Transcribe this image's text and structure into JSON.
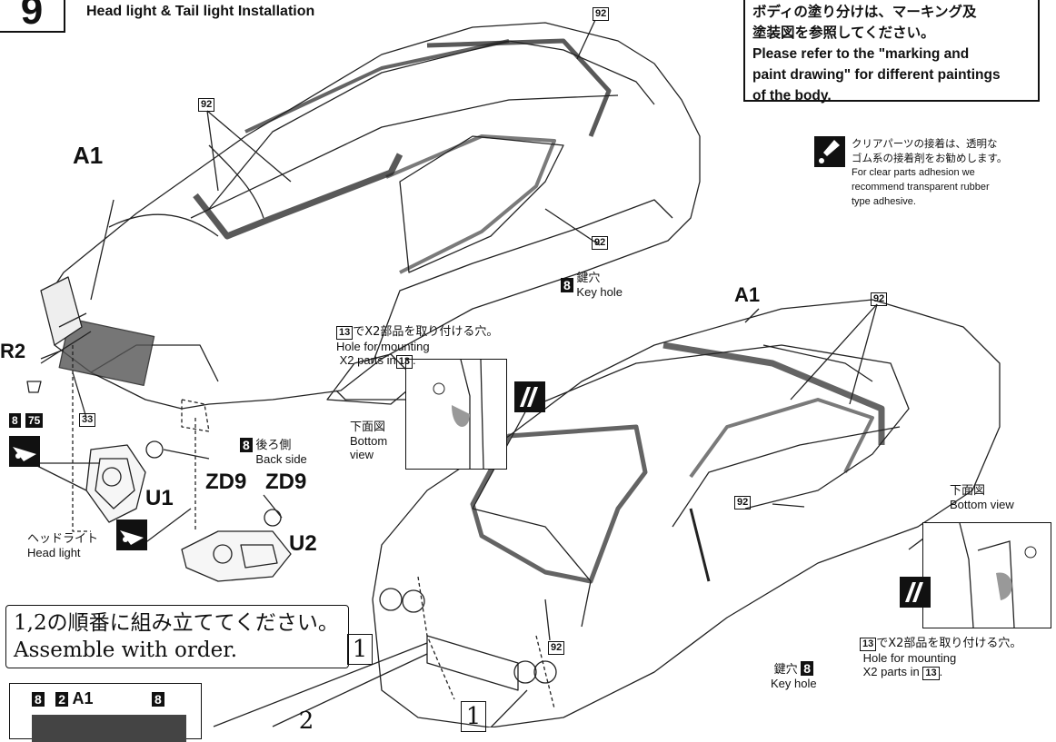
{
  "step": {
    "number": "9",
    "title": "Head light & Tail light Installation"
  },
  "note": {
    "ja_line1": "ボディの塗り分けは、マーキング及",
    "ja_line2": "塗装図を参照してください。",
    "en_line1": "Please refer to the \"marking and",
    "en_line2": "paint drawing\" for different paintings",
    "en_line3": "of the body."
  },
  "glue": {
    "ja_line1": "クリアパーツの接着は、透明な",
    "ja_line2": "ゴム系の接着剤をお勧めします。",
    "en_line1": "For clear parts adhesion we",
    "en_line2": "recommend transparent rubber",
    "en_line3": "type adhesive."
  },
  "parts": {
    "a1": "A1",
    "a1_right": "A1",
    "r2": "R2",
    "zd9_left": "ZD9",
    "zd9_right": "ZD9",
    "u1": "U1",
    "u2": "U2",
    "num_92": "92",
    "num_33": "33",
    "num_8": "8",
    "num_75": "75",
    "num_13": "13",
    "num_2": "2"
  },
  "labels": {
    "key_hole_ja": "鍵穴",
    "key_hole_en": "Key hole",
    "back_side_ja": "後ろ側",
    "back_side_en": "Back side",
    "head_light_ja": "ヘッドライト",
    "head_light_en": "Head light",
    "bottom_view_ja": "下面図",
    "bottom_view_en_1": "Bottom",
    "bottom_view_en_2": "view",
    "bottom_view_en_full": "Bottom view",
    "mount_hole_ja": "でX2部品を取り付ける穴。",
    "mount_hole_en_1": "Hole for mounting",
    "mount_hole_en_2": "X2 parts in",
    "period": "."
  },
  "order": {
    "ja": "1,2の順番に組み立ててください。",
    "en": "Assemble with order.",
    "step1": "1",
    "step2": "2"
  }
}
